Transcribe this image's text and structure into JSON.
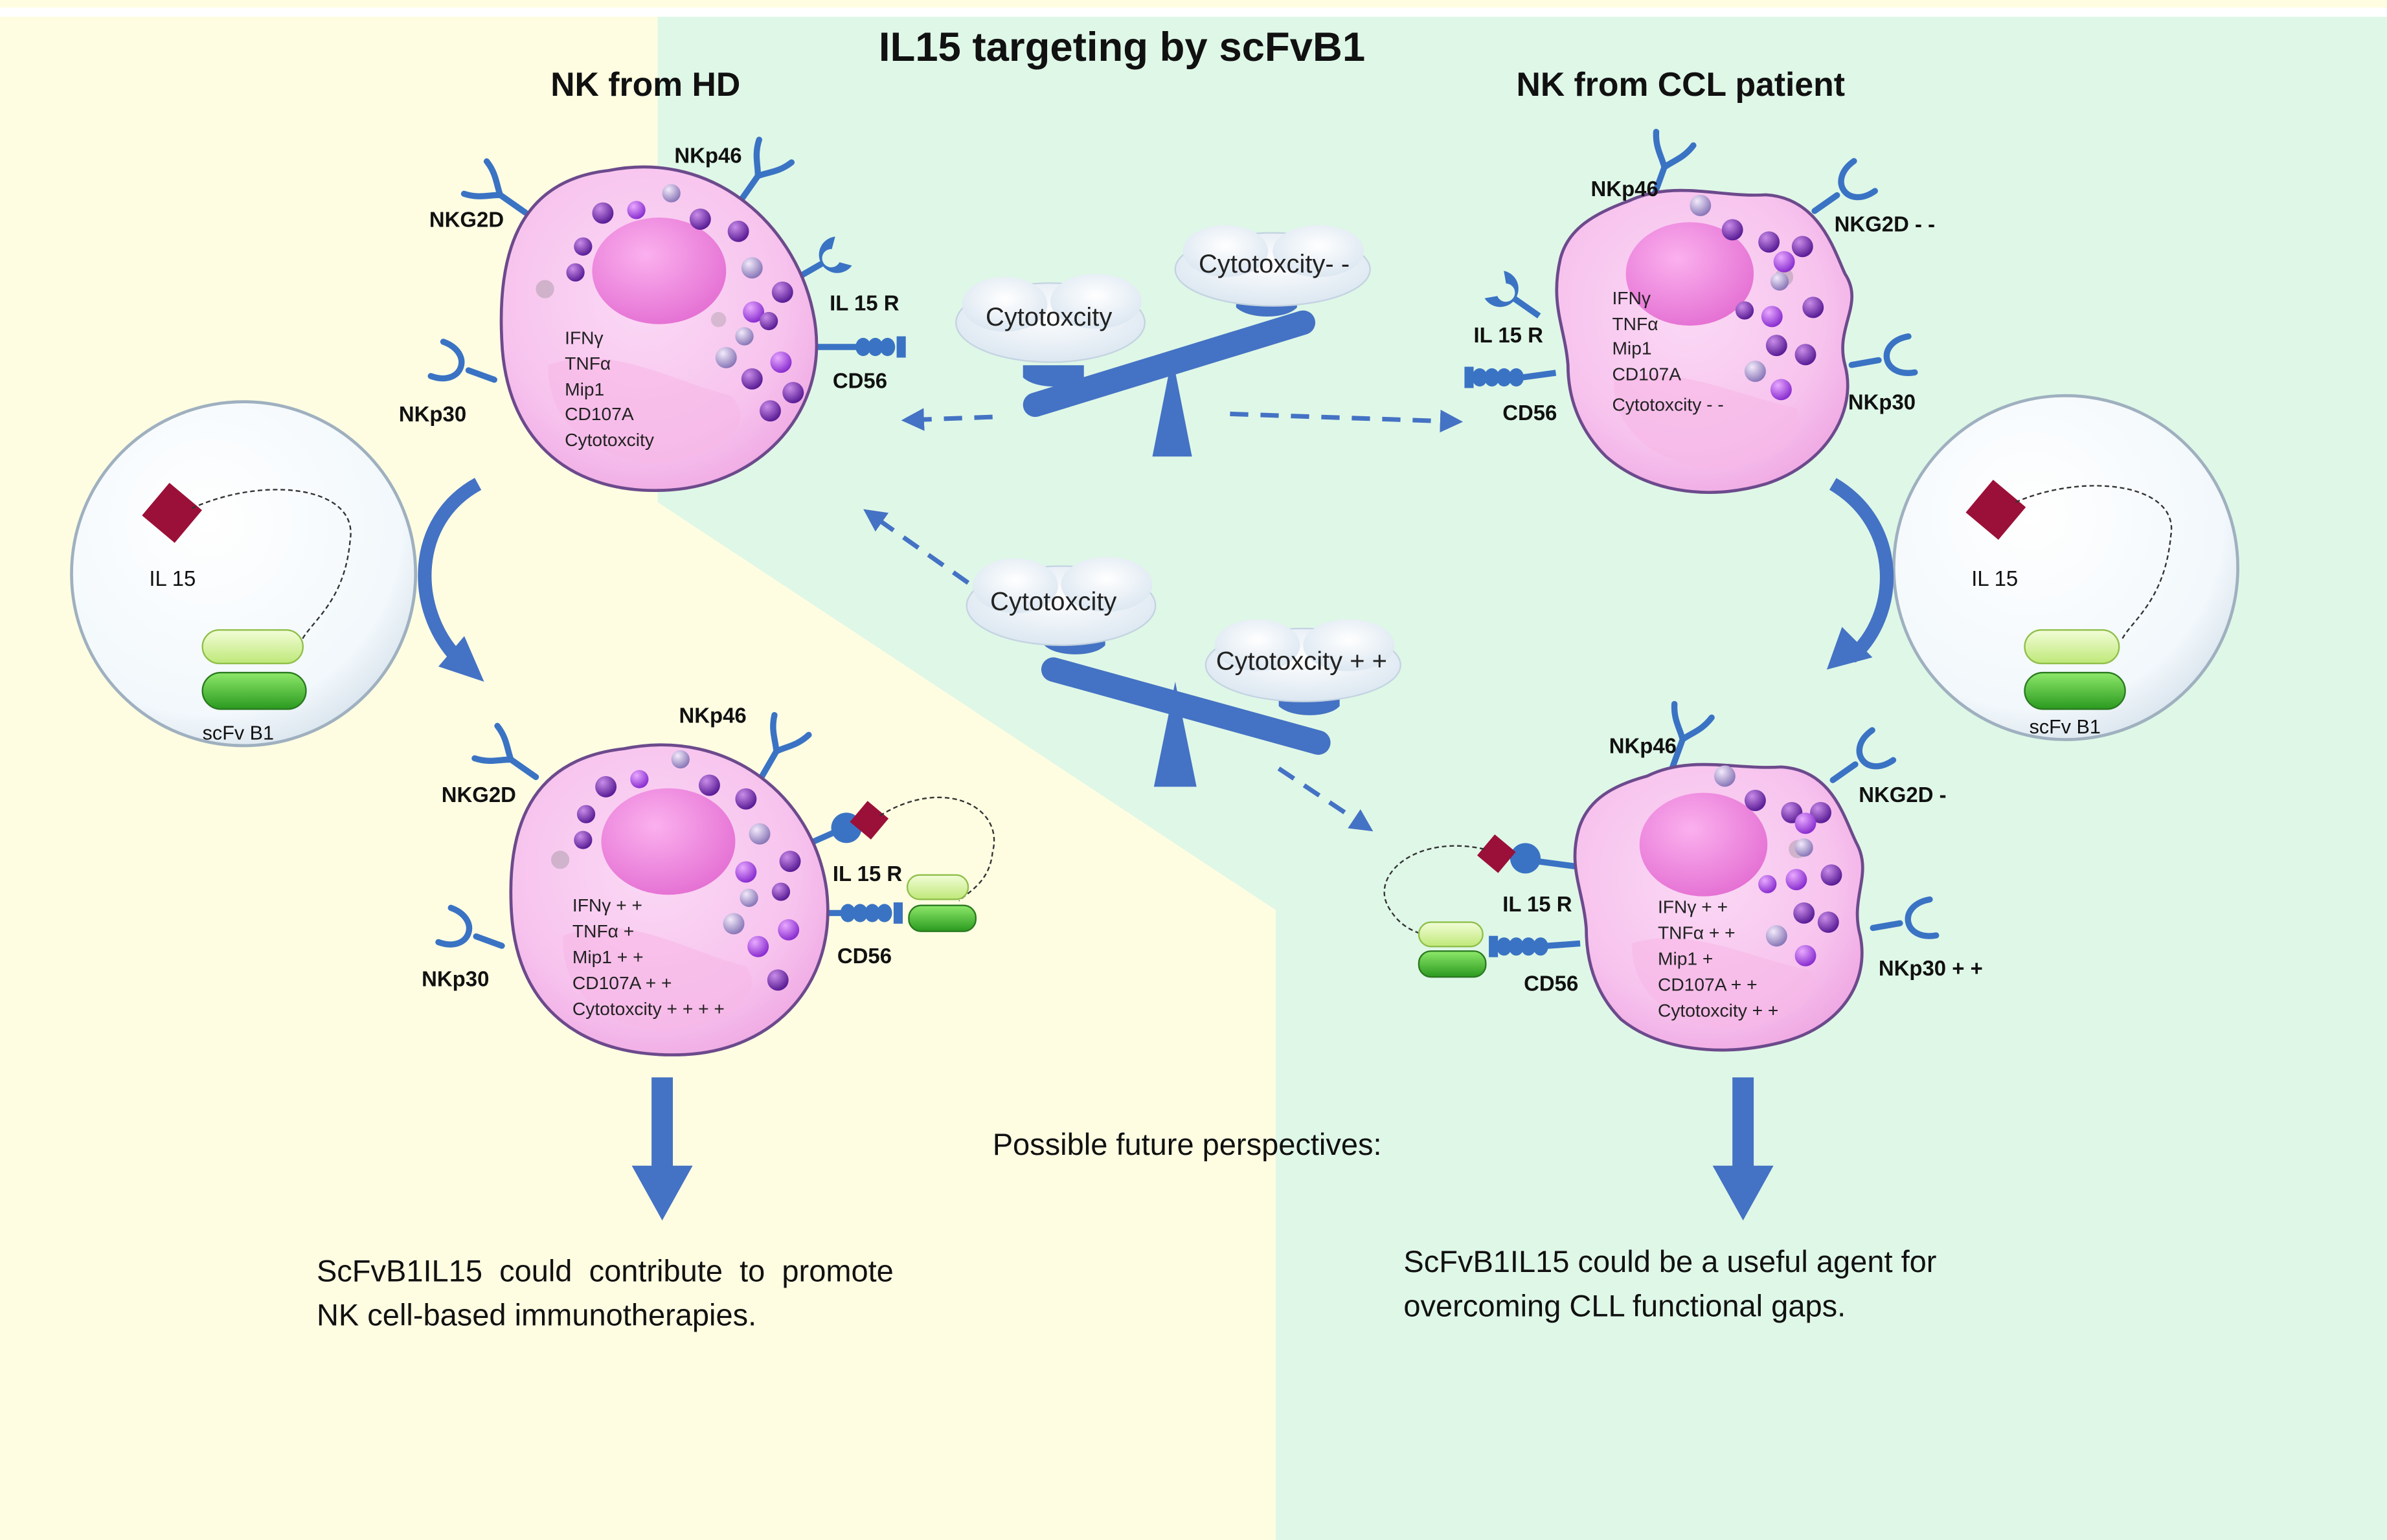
{
  "title": "IL15 targeting by scFvB1",
  "left": {
    "header": "NK from HD",
    "cell_top": {
      "receptors": {
        "nkg2d": "NKG2D",
        "nkp46": "NKp46",
        "nkp30": "NKp30",
        "il15r": "IL 15 R",
        "cd56": "CD56"
      },
      "lines": [
        "IFNγ",
        "TNFα",
        "Mip1",
        "CD107A",
        "Cytotoxcity"
      ]
    },
    "inset": {
      "il15": "IL 15",
      "scfv": "scFv B1"
    },
    "cell_bottom": {
      "receptors": {
        "nkg2d": "NKG2D",
        "nkp46": "NKp46",
        "nkp30": "NKp30",
        "il15r": "IL 15 R",
        "cd56": "CD56"
      },
      "lines": [
        "IFNγ + +",
        "TNFα +",
        "Mip1 + +",
        "CD107A + +",
        "Cytotoxcity + + + +"
      ]
    },
    "conclusion": [
      "ScFvB1IL15  could  contribute  to  promote",
      "NK cell-based immunotherapies."
    ]
  },
  "right": {
    "header": "NK from CCL patient",
    "cell_top": {
      "receptors": {
        "nkp46": "NKp46",
        "nkg2d": "NKG2D - -",
        "il15r": "IL 15 R",
        "cd56": "CD56",
        "nkp30": "NKp30"
      },
      "lines": [
        "IFNγ",
        "TNFα",
        "Mip1",
        "CD107A",
        "Cytotoxcity - -"
      ]
    },
    "inset": {
      "il15": "IL 15",
      "scfv": "scFv B1"
    },
    "cell_bottom": {
      "receptors": {
        "nkp46": "NKp46",
        "nkg2d": "NKG2D -",
        "il15r": "IL 15 R",
        "cd56": "CD56",
        "nkp30": "NKp30 + +"
      },
      "lines": [
        "IFNγ + +",
        "TNFα + +",
        "Mip1 +",
        "CD107A + +",
        "Cytotoxcity + +"
      ]
    },
    "conclusion": [
      "ScFvB1IL15 could be a useful agent for",
      "overcoming CLL functional gaps."
    ]
  },
  "balance_top": {
    "left": "Cytotoxcity",
    "right": "Cytotoxcity- -"
  },
  "balance_bottom": {
    "left": "Cytotoxcity",
    "right": "Cytotoxcity + +"
  },
  "perspectives": "Possible future perspectives:",
  "colors": {
    "yellow_bg": "#fefde2",
    "green_bg": "#dff7e7",
    "cell_fill": "#f8c4ef",
    "cell_stroke": "#6c4a8c",
    "nucleus": "#f08ce0",
    "receptor": "#3a73c4",
    "arrow": "#4472c4",
    "il15": "#9b1038",
    "scfv_light": "#d9f7a0",
    "scfv_dark": "#46c53a"
  }
}
